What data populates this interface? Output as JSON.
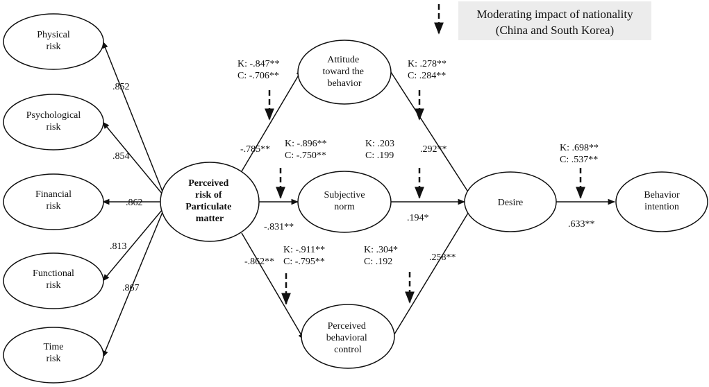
{
  "legend": {
    "line1": "Moderating impact of nationality",
    "line2": "(China and South Korea)"
  },
  "nodes": {
    "physical": [
      "Physical",
      "risk"
    ],
    "psychological": [
      "Psychological",
      "risk"
    ],
    "financial": [
      "Financial",
      "risk"
    ],
    "functional": [
      "Functional",
      "risk"
    ],
    "time": [
      "Time",
      "risk"
    ],
    "center": [
      "Perceived",
      "risk of",
      "Particulate",
      "matter"
    ],
    "attitude": [
      "Attitude",
      "toward the",
      "behavior"
    ],
    "subjective": [
      "Subjective",
      "norm"
    ],
    "pbc": [
      "Perceived",
      "behavioral",
      "control"
    ],
    "desire": [
      "Desire"
    ],
    "intention": [
      "Behavior",
      "intention"
    ]
  },
  "loadings": {
    "physical": ".852",
    "psychological": ".854",
    "financial": ".862",
    "functional": ".813",
    "time": ".867"
  },
  "paths": {
    "center_attitude": "-.785**",
    "center_subjective": "-.831**",
    "center_pbc": "-.862**",
    "attitude_desire": ".292**",
    "subjective_desire": ".194*",
    "pbc_desire": ".258**",
    "desire_intention": ".633**"
  },
  "moderation": {
    "center_attitude": [
      "K: -.847**",
      "C: -.706**"
    ],
    "center_subjective": [
      "K: -.896**",
      "C: -.750**"
    ],
    "center_pbc": [
      "K: -.911**",
      "C: -.795**"
    ],
    "attitude_desire": [
      "K: .278**",
      "C: .284**"
    ],
    "subjective_desire": [
      "K: .203",
      "C: .199"
    ],
    "pbc_desire": [
      "K: .304*",
      "C: .192"
    ],
    "desire_intention": [
      "K: .698**",
      "C: .537**"
    ]
  }
}
